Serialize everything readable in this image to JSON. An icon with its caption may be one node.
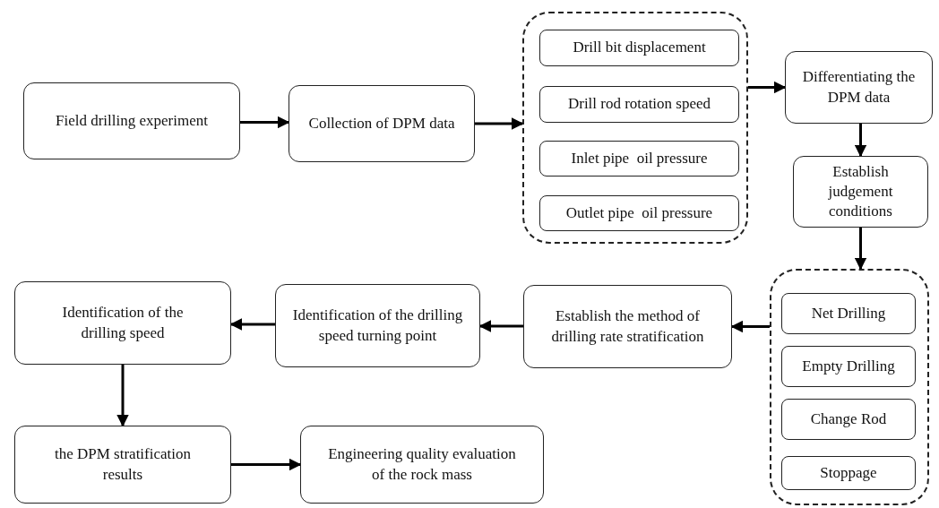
{
  "diagram": {
    "nodes": [
      {
        "text": [
          "Field drilling experiment"
        ]
      },
      {
        "text": [
          "Collection of DPM data"
        ]
      },
      {
        "text": [],
        "shape": "box"
      },
      {
        "text": [
          "Drill bit displacement"
        ],
        "in": 2
      },
      {
        "text": [
          "Drill rod rotation speed"
        ],
        "in": 2
      },
      {
        "text": [
          "Inlet pipe  oil pressure"
        ],
        "in": 2
      },
      {
        "text": [
          "Outlet pipe  oil pressure"
        ],
        "in": 2
      },
      {
        "text": [
          "Differentiating the DPM data"
        ]
      },
      {
        "text": [
          "Establish judgement conditions"
        ]
      },
      {
        "text": [],
        "shape": "box"
      },
      {
        "text": [
          "Net Drilling"
        ],
        "in": 9
      },
      {
        "text": [
          "Empty Drilling"
        ],
        "in": 9
      },
      {
        "text": [
          "Change Rod"
        ],
        "in": 9
      },
      {
        "text": [
          "Stoppage"
        ],
        "in": 9
      },
      {
        "text": [
          "Establish the method of drilling rate stratification"
        ]
      },
      {
        "text": [
          "Identification of the drilling speed turning point"
        ]
      },
      {
        "text": [
          "Identification of the drilling speed"
        ]
      },
      {
        "text": [
          "the DPM stratification results"
        ]
      },
      {
        "text": [
          "Engineering quality evaluation of the rock mass"
        ]
      }
    ],
    "edges": [
      {
        "from": 0,
        "to": 1,
        "arrow": "to"
      },
      {
        "from": 1,
        "to": 2,
        "arrow": "to"
      },
      {
        "from": 2,
        "to": 7,
        "arrow": "to"
      },
      {
        "from": 7,
        "to": 8,
        "arrow": "to"
      },
      {
        "from": 8,
        "to": 9,
        "arrow": "to"
      },
      {
        "from": 9,
        "to": 14,
        "arrow": "to"
      },
      {
        "from": 14,
        "to": 15,
        "arrow": "to"
      },
      {
        "from": 15,
        "to": 16,
        "arrow": "to"
      },
      {
        "from": 16,
        "to": 17,
        "arrow": "to"
      },
      {
        "from": 17,
        "to": 18,
        "arrow": "to"
      }
    ]
  }
}
